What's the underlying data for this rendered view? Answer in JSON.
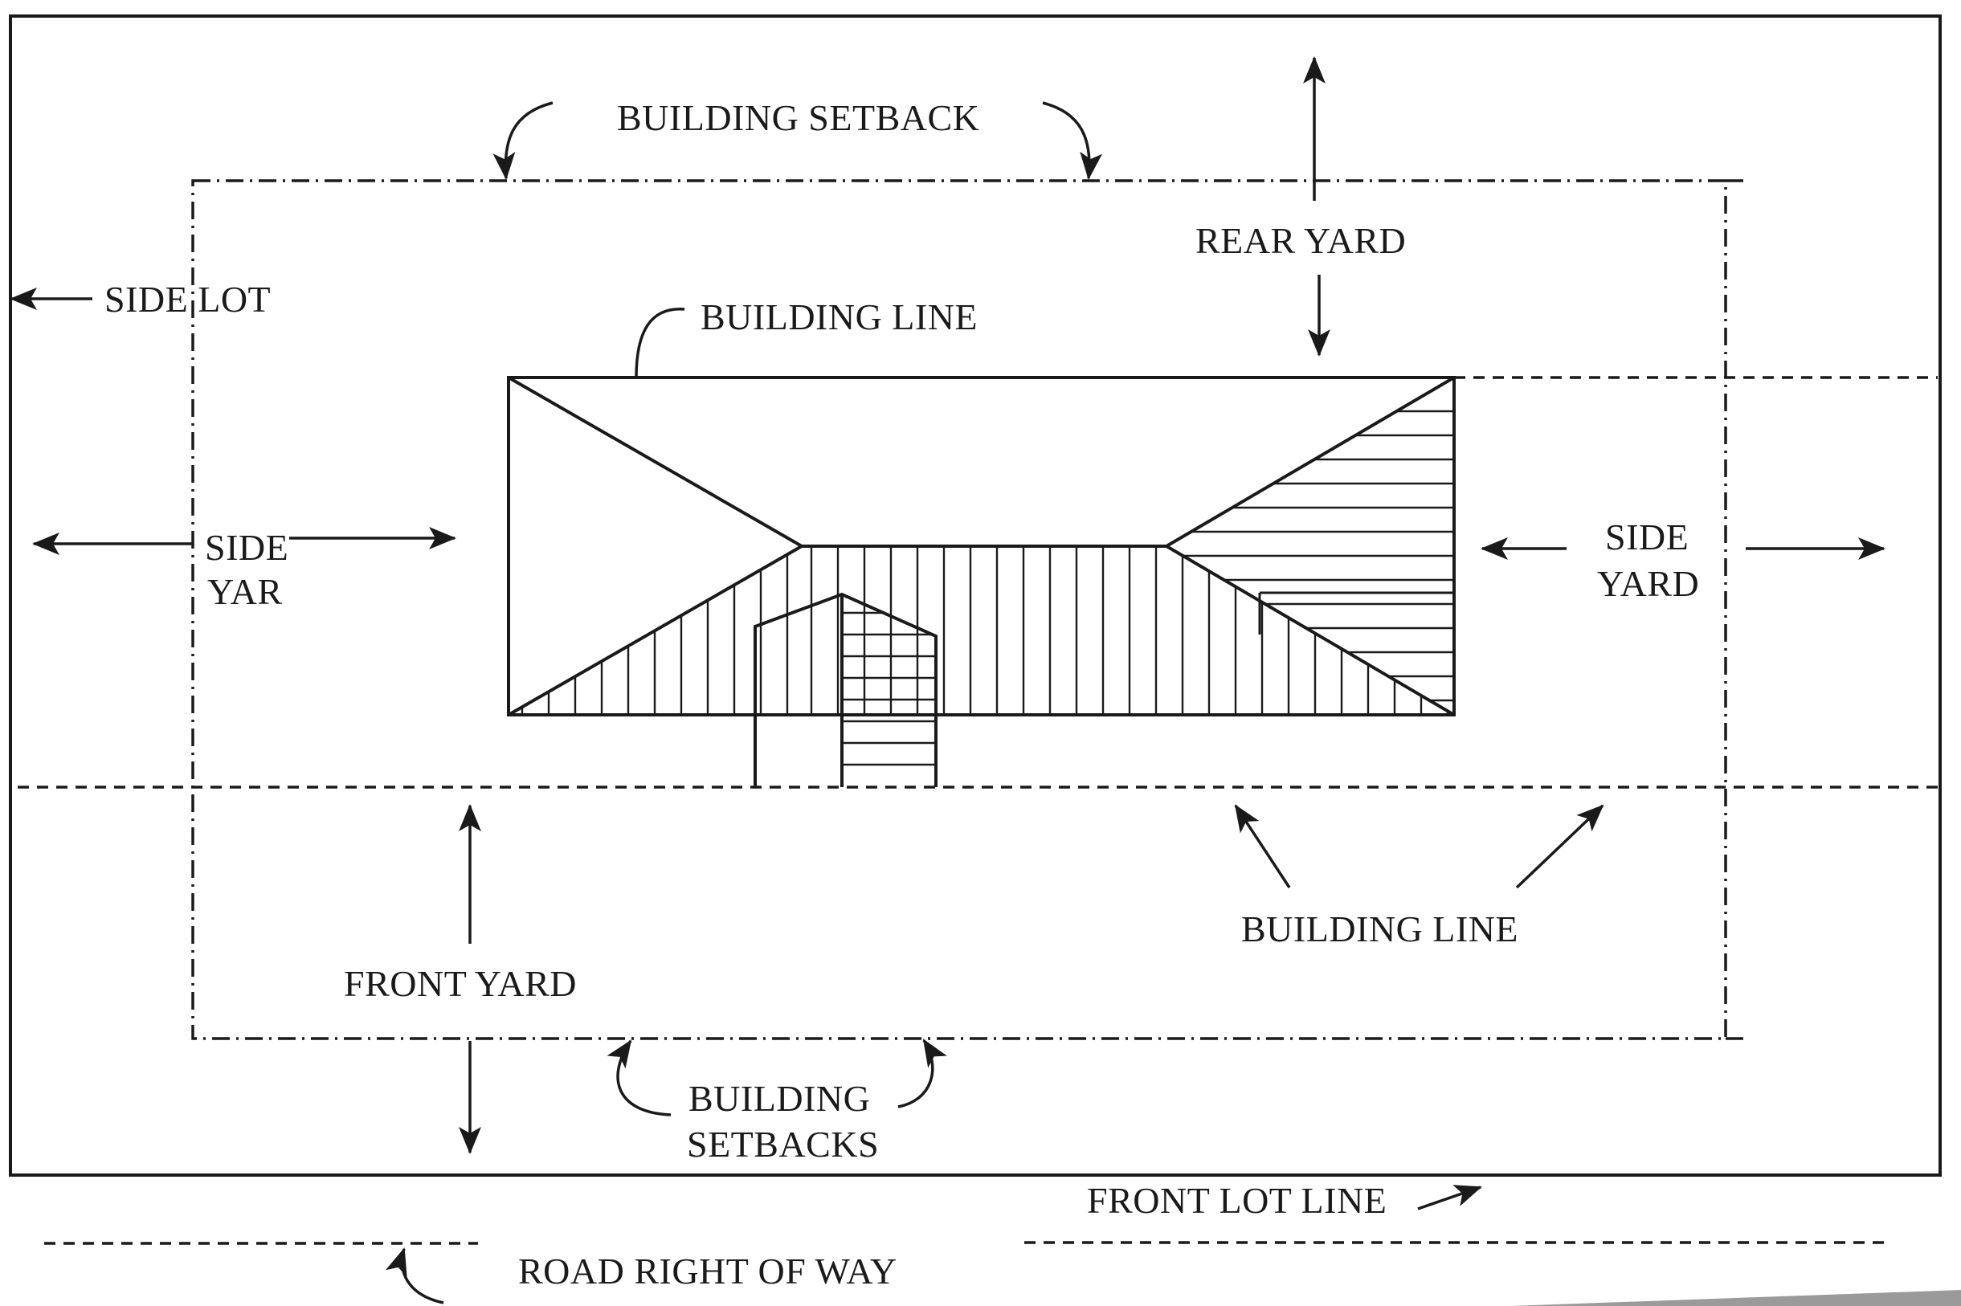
{
  "labels": {
    "building_setback_top": "BUILDING SETBACK",
    "rear_yard": "REAR YARD",
    "side_lot": "SIDE LOT",
    "building_line_top": "BUILDING LINE",
    "side_yard_left_1": "SIDE",
    "side_yard_left_2": "YAR",
    "side_yard_right_1": "SIDE",
    "side_yard_right_2": "YARD",
    "front_yard": "FRONT YARD",
    "building_line_bottom": "BUILDING LINE",
    "building_setbacks_1": "BUILDING",
    "building_setbacks_2": "SETBACKS",
    "front_lot_line": "FRONT LOT LINE",
    "road_right_of_way": "ROAD RIGHT OF WAY"
  },
  "colors": {
    "ink": "#1a1a1a",
    "background": "#ffffff",
    "corner_shadow": "#9a9a9a"
  }
}
